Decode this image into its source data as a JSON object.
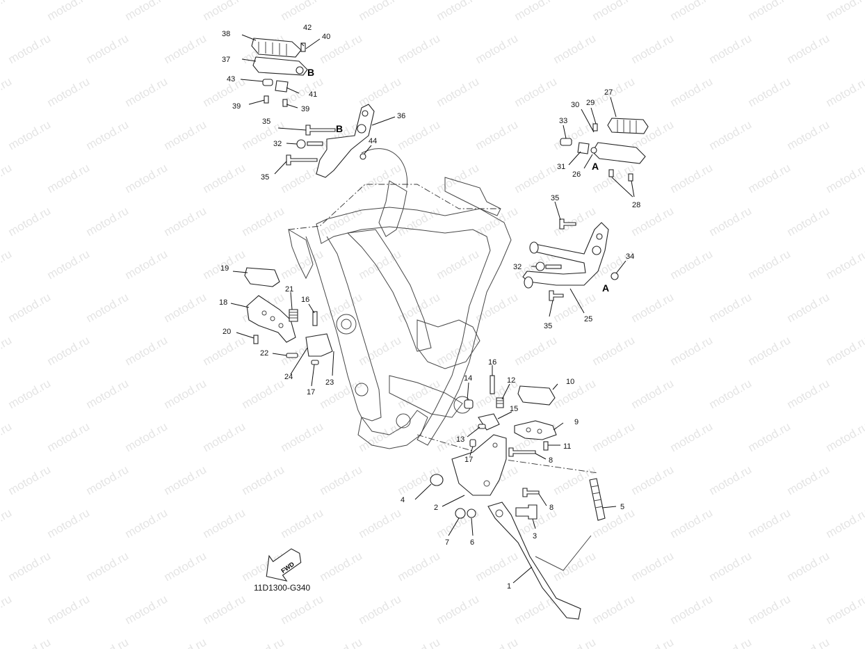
{
  "watermark": "motod.ru",
  "reference_code": "11D1300-G340",
  "fwd_label": "FWD",
  "ref_letters": [
    "A",
    "A",
    "B",
    "B"
  ],
  "callouts": [
    {
      "id": "c1",
      "num": "1"
    },
    {
      "id": "c2",
      "num": "2"
    },
    {
      "id": "c3",
      "num": "3"
    },
    {
      "id": "c4",
      "num": "4"
    },
    {
      "id": "c5",
      "num": "5"
    },
    {
      "id": "c6",
      "num": "6"
    },
    {
      "id": "c7",
      "num": "7"
    },
    {
      "id": "c8a",
      "num": "8"
    },
    {
      "id": "c8b",
      "num": "8"
    },
    {
      "id": "c9",
      "num": "9"
    },
    {
      "id": "c10",
      "num": "10"
    },
    {
      "id": "c11",
      "num": "11"
    },
    {
      "id": "c12",
      "num": "12"
    },
    {
      "id": "c13",
      "num": "13"
    },
    {
      "id": "c14",
      "num": "14"
    },
    {
      "id": "c15",
      "num": "15"
    },
    {
      "id": "c16a",
      "num": "16"
    },
    {
      "id": "c16b",
      "num": "16"
    },
    {
      "id": "c17a",
      "num": "17"
    },
    {
      "id": "c17b",
      "num": "17"
    },
    {
      "id": "c18",
      "num": "18"
    },
    {
      "id": "c19",
      "num": "19"
    },
    {
      "id": "c20",
      "num": "20"
    },
    {
      "id": "c21",
      "num": "21"
    },
    {
      "id": "c22",
      "num": "22"
    },
    {
      "id": "c23",
      "num": "23"
    },
    {
      "id": "c24",
      "num": "24"
    },
    {
      "id": "c25",
      "num": "25"
    },
    {
      "id": "c26",
      "num": "26"
    },
    {
      "id": "c27",
      "num": "27"
    },
    {
      "id": "c28",
      "num": "28"
    },
    {
      "id": "c29",
      "num": "29"
    },
    {
      "id": "c30",
      "num": "30"
    },
    {
      "id": "c31",
      "num": "31"
    },
    {
      "id": "c32a",
      "num": "32"
    },
    {
      "id": "c32b",
      "num": "32"
    },
    {
      "id": "c33",
      "num": "33"
    },
    {
      "id": "c34",
      "num": "34"
    },
    {
      "id": "c35a",
      "num": "35"
    },
    {
      "id": "c35b",
      "num": "35"
    },
    {
      "id": "c35c",
      "num": "35"
    },
    {
      "id": "c35d",
      "num": "35"
    },
    {
      "id": "c36",
      "num": "36"
    },
    {
      "id": "c37",
      "num": "37"
    },
    {
      "id": "c38",
      "num": "38"
    },
    {
      "id": "c39a",
      "num": "39"
    },
    {
      "id": "c39b",
      "num": "39"
    },
    {
      "id": "c40",
      "num": "40"
    },
    {
      "id": "c41",
      "num": "41"
    },
    {
      "id": "c42",
      "num": "42"
    },
    {
      "id": "c43",
      "num": "43"
    },
    {
      "id": "c44",
      "num": "44"
    }
  ]
}
